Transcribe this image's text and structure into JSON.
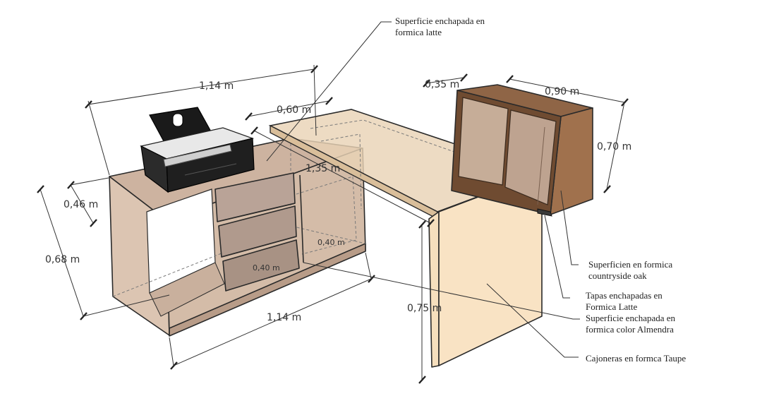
{
  "dimensions": {
    "desk_width_top": "1,14 m",
    "desk_width_bottom": "1,14 m",
    "desk_depth": "0,46 m",
    "desk_height": "0,68 m",
    "top_depth": "0,60 m",
    "top_length": "1,35 m",
    "drawer_depth": "0,40 m",
    "drawer_depth_2": "0,40 m",
    "table_height": "0,75 m",
    "cabinet_depth": "0,35 m",
    "cabinet_width": "0,90 m",
    "cabinet_height": "0,70 m"
  },
  "annotations": {
    "top_surface": [
      "Superficie enchapada en",
      "formica latte"
    ],
    "cabinet_surface": [
      "Superficien en formica",
      "countryside oak"
    ],
    "covers": [
      "Tapas enchapadas en",
      "Formica Latte"
    ],
    "desk_surface": [
      "Superficie enchapada en",
      "formica color Almendra"
    ],
    "drawers": [
      "Cajoneras en formca Taupe"
    ]
  },
  "colors": {
    "latte": "#f5dfbf",
    "latte_dark": "#e8c99f",
    "almendra": "#d9c1ad",
    "almendra_dark": "#c6ab95",
    "taupe": "#b7a194",
    "oak": "#9a6f4d",
    "oak_dark": "#7b5538",
    "line": "#2a2a2a"
  }
}
